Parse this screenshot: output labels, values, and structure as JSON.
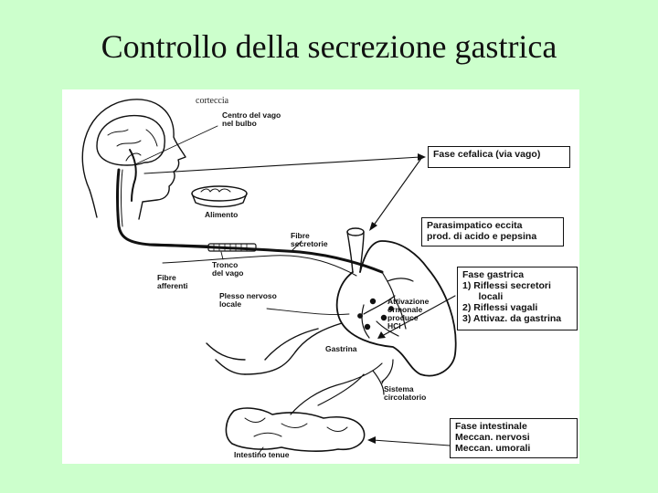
{
  "slide": {
    "title": "Controllo della secrezione gastrica"
  },
  "diagram": {
    "labels": {
      "corteccia": "corteccia",
      "centro_vago": "Centro del vago\nnel bulbo",
      "alimento": "Alimento",
      "fibre_secretorie": "Fibre\nsecretorie",
      "tronco_vago": "Tronco\ndel vago",
      "fibre_afferenti": "Fibre\nafferenti",
      "plesso_nervoso": "Plesso nervoso\nlocale",
      "attivazione": "Attivazione\normonale\nproduce\nHCl",
      "gastrina": "Gastrina",
      "sistema_circolatorio": "Sistema\ncircolatorio",
      "intestino_tenue": "Intestino tenue"
    },
    "boxes": {
      "fase_cefalica": [
        "Fase cefalica (via vago)"
      ],
      "parasimpatico": [
        "Parasimpatico eccita",
        "prod. di acido e pepsina"
      ],
      "fase_gastrica": [
        "Fase gastrica",
        "1)  Riflessi secretori",
        "      locali",
        "2)  Riflessi vagali",
        "3)  Attivaz. da gastrina"
      ],
      "fase_intestinale": [
        "Fase intestinale",
        "Meccan. nervosi",
        "Meccan. umorali"
      ]
    }
  }
}
